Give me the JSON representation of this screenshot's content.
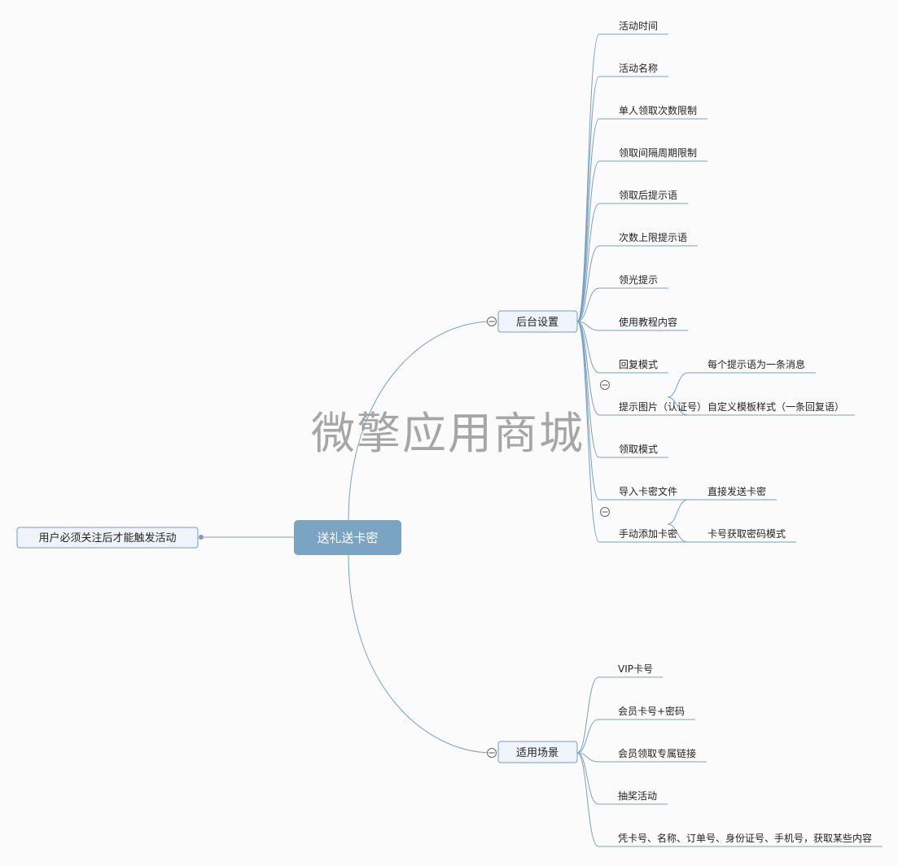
{
  "watermark": "微擎应用商城",
  "root": {
    "label": "送礼送卡密"
  },
  "left_node": {
    "label": "用户必须关注后才能触发活动"
  },
  "branches": {
    "backend": {
      "label": "后台设置",
      "items": [
        "活动时间",
        "活动名称",
        "单人领取次数限制",
        "领取间隔周期限制",
        "领取后提示语",
        "次数上限提示语",
        "领光提示",
        "使用教程内容",
        "回复模式",
        "提示图片（认证号）",
        "领取模式",
        "导入卡密文件",
        "手动添加卡密"
      ],
      "reply_mode_children": [
        "每个提示语为一条消息",
        "自定义模板样式（一条回复语）"
      ],
      "claim_mode_children": [
        "直接发送卡密",
        "卡号获取密码模式"
      ]
    },
    "scenarios": {
      "label": "适用场景",
      "items": [
        "VIP卡号",
        "会员卡号+密码",
        "会员领取专属链接",
        "抽奖活动",
        "凭卡号、名称、订单号、身份证号、手机号，获取某些内容"
      ]
    }
  },
  "colors": {
    "root_fill": "#7ba3c2",
    "node_fill": "#eef4f9",
    "node_stroke": "#7a9cba",
    "line": "#7aa0bf"
  }
}
